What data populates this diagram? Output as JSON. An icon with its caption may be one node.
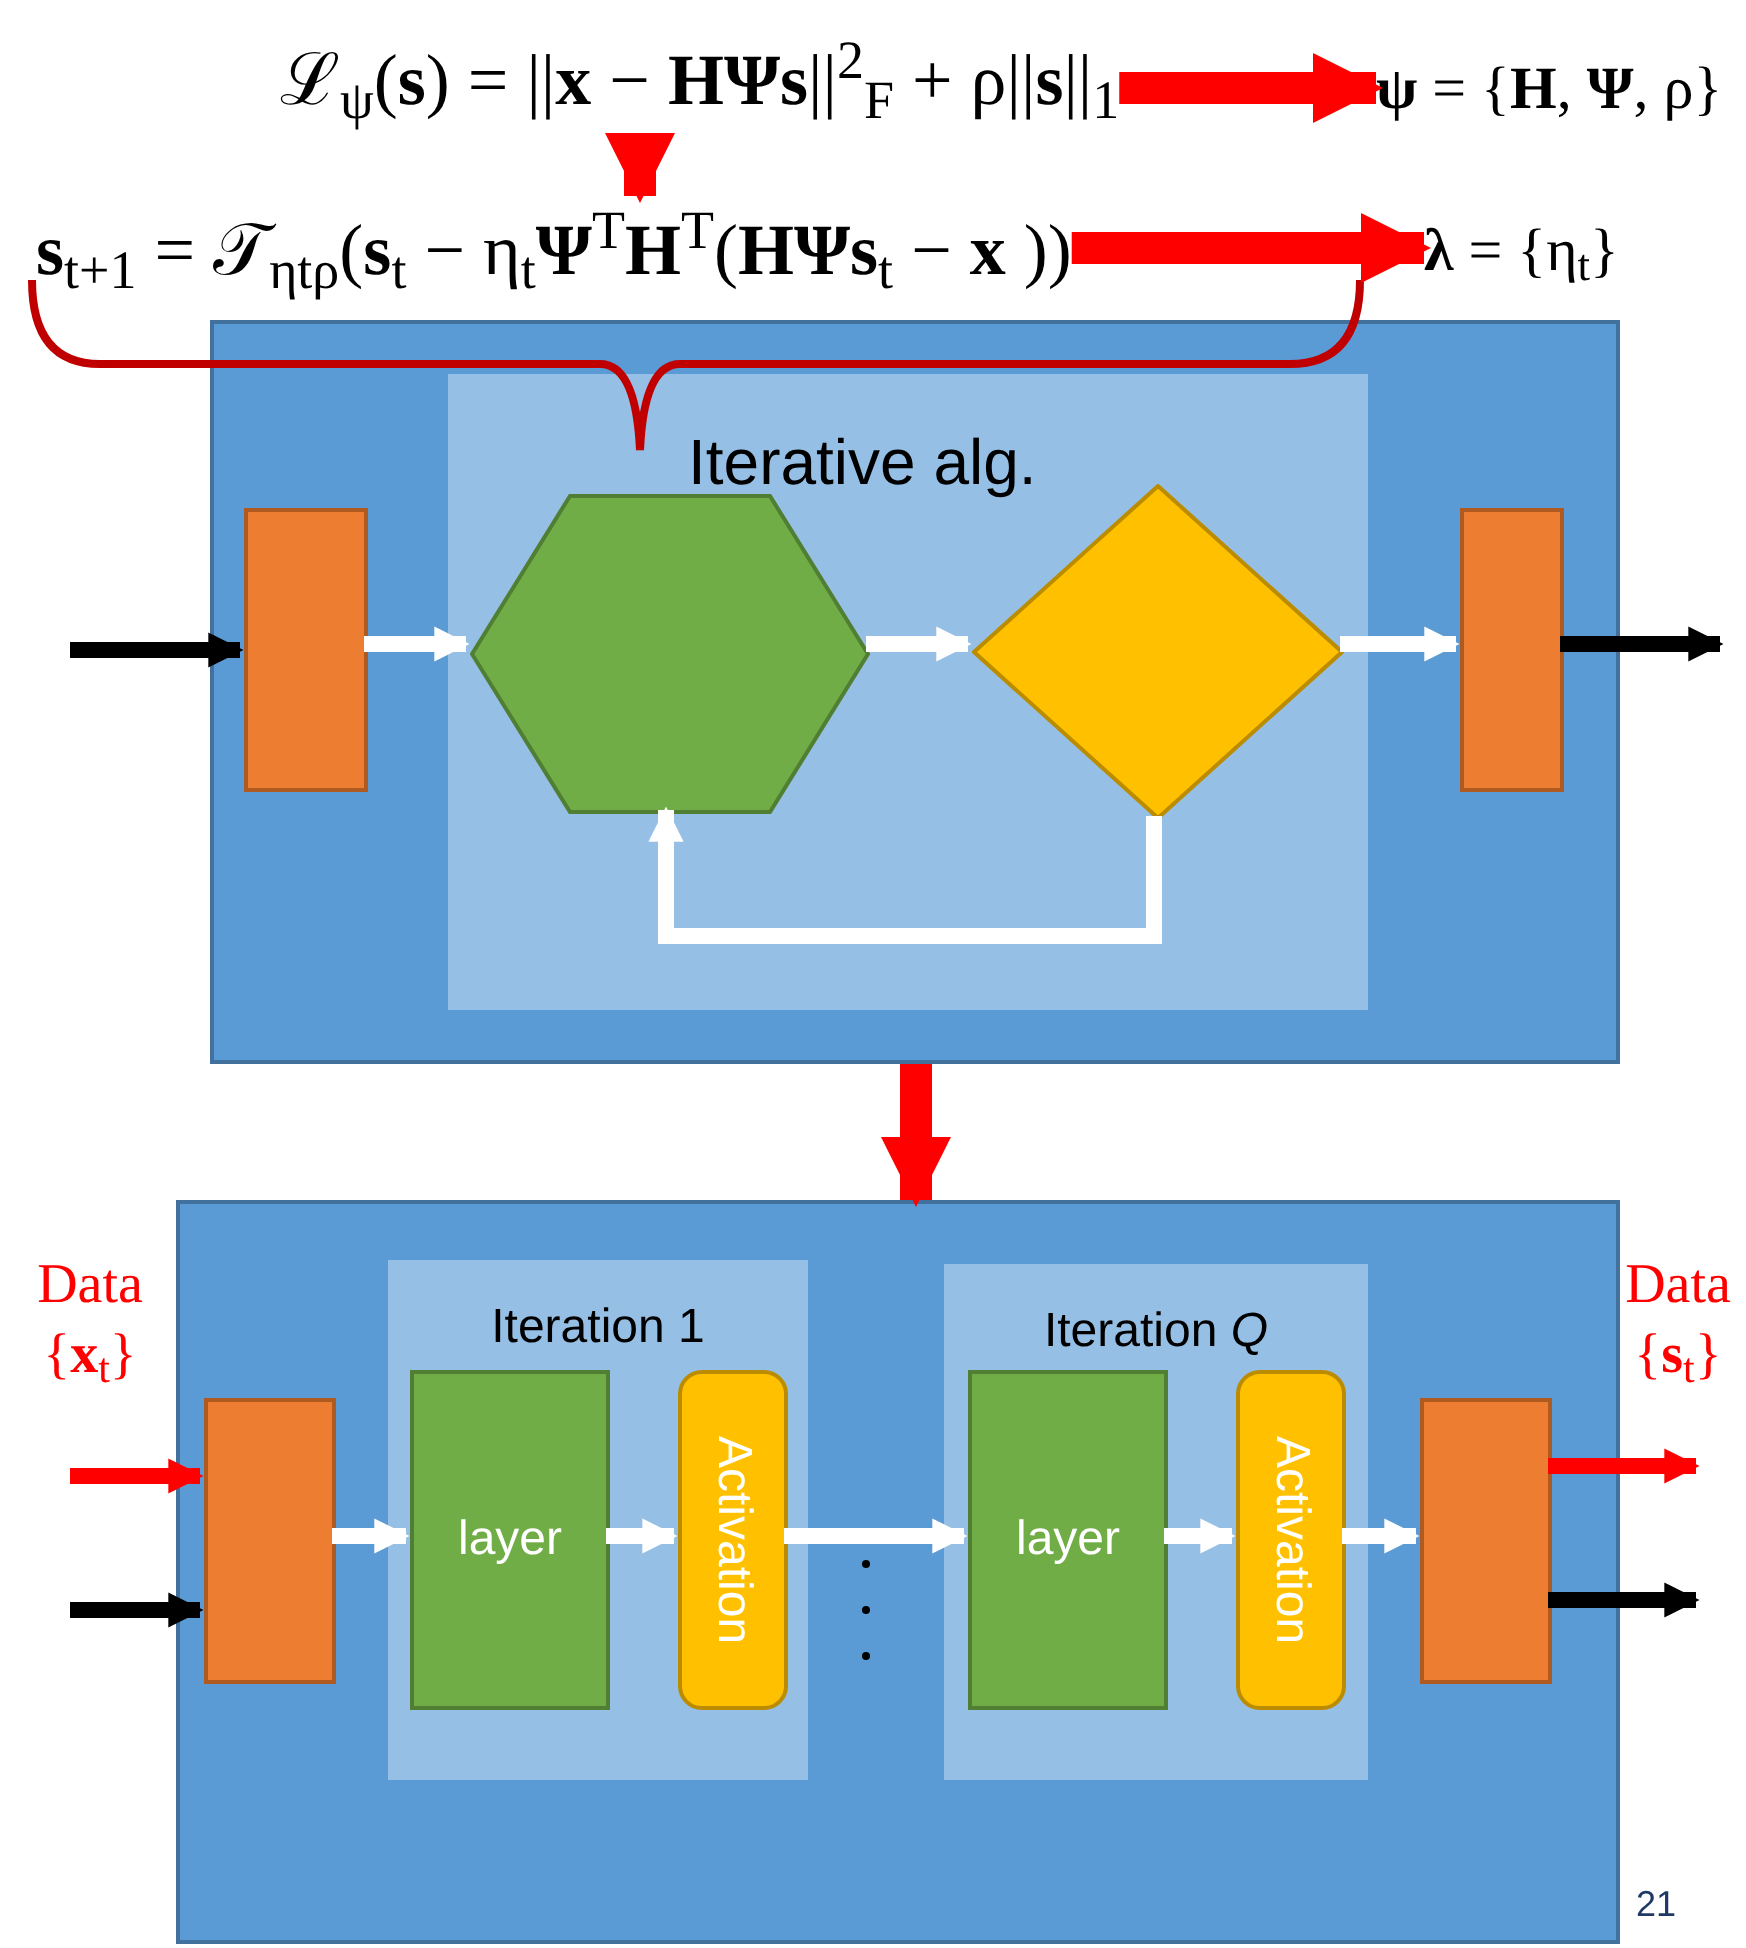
{
  "diagram": {
    "nodes": [
      {
        "text": [
          "ℒ$_{ψ}$(**s**) = ||**x** − **HΨs**||$^{2}$$_{F}$ + ρ||**s**||$_{1}$"
        ]
      },
      {
        "text": [
          "**ψ** = {**H**, **Ψ**, ρ}"
        ]
      },
      {
        "text": [
          "**s**$_{t+1}$ = 𝒯$_{ηtρ}$(**s**$_{t}$ − η$_{t}$**Ψ**$^{T}$**H**$^{T}$(**HΨs**$_{t}$ − **x** ))"
        ]
      },
      {
        "text": [
          "**λ** = {η$_{t}$}"
        ]
      },
      {
        "text": [],
        "shape": "box"
      },
      {
        "text": [
          "Iterative alg."
        ],
        "in": 4
      },
      {
        "text": [],
        "shape": "box",
        "in": 4
      },
      {
        "text": [],
        "shape": "hexagon",
        "in": 5
      },
      {
        "text": [],
        "shape": "diamond",
        "in": 5
      },
      {
        "text": [],
        "shape": "box",
        "in": 4
      },
      {
        "text": [],
        "shape": "box"
      },
      {
        "text": [],
        "shape": "box",
        "in": 10
      },
      {
        "text": [
          "Iteration 1"
        ],
        "in": 10
      },
      {
        "text": [
          "layer"
        ],
        "in": 12
      },
      {
        "text": [
          "Activation"
        ],
        "in": 12
      },
      {
        "text": [
          "Iteration *Q*"
        ],
        "in": 10
      },
      {
        "text": [
          "layer"
        ],
        "in": 15
      },
      {
        "text": [
          "Activation"
        ],
        "in": 15
      },
      {
        "text": [],
        "shape": "box",
        "in": 10
      }
    ],
    "edges": [
      {
        "from": 0,
        "to": 2,
        "arrow": "to",
        "style": "thick",
        "color": "#ff0000"
      },
      {
        "from": 0,
        "to": 1,
        "arrow": "to",
        "style": "thick",
        "color": "#ff0000"
      },
      {
        "from": 2,
        "to": 3,
        "arrow": "to",
        "style": "thick",
        "color": "#ff0000"
      },
      {
        "from": null,
        "to": 6,
        "arrow": "to",
        "color": "#000000"
      },
      {
        "from": 6,
        "to": 7,
        "arrow": "to"
      },
      {
        "from": 7,
        "to": 8,
        "arrow": "to"
      },
      {
        "from": 8,
        "to": 9,
        "arrow": "to"
      },
      {
        "from": 8,
        "to": 7,
        "arrow": "to"
      },
      {
        "from": 9,
        "to": null,
        "arrow": "to",
        "color": "#000000"
      },
      {
        "from": 4,
        "to": 10,
        "arrow": "to",
        "style": "thick",
        "color": "#ff0000"
      },
      {
        "from": null,
        "to": 11,
        "arrow": "to",
        "color": "#ff0000"
      },
      {
        "from": null,
        "to": 11,
        "arrow": "to",
        "color": "#000000"
      },
      {
        "from": 11,
        "to": 13,
        "arrow": "to"
      },
      {
        "from": 13,
        "to": 14,
        "arrow": "to"
      },
      {
        "from": 14,
        "to": 16,
        "arrow": "to"
      },
      {
        "from": 16,
        "to": 17,
        "arrow": "to"
      },
      {
        "from": 17,
        "to": 18,
        "arrow": "to"
      },
      {
        "from": 18,
        "to": null,
        "arrow": "to",
        "color": "#ff0000"
      },
      {
        "from": 18,
        "to": null,
        "arrow": "to",
        "color": "#000000"
      }
    ],
    "labels": [
      "Data {**x**$_{t}$}",
      "Data {**s**$_{t}$}",
      "21"
    ]
  }
}
